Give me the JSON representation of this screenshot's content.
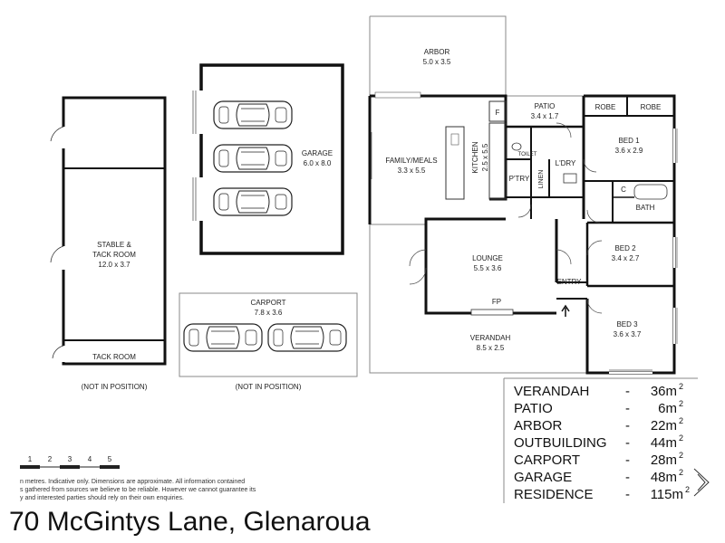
{
  "address": "70 McGintys Lane, Glenaroua",
  "rooms": {
    "arbor": {
      "name": "ARBOR",
      "dims": "5.0 x 3.5"
    },
    "patio": {
      "name": "PATIO",
      "dims": "3.4 x 1.7"
    },
    "robe1": {
      "name": "ROBE"
    },
    "robe2": {
      "name": "ROBE"
    },
    "bed1": {
      "name": "BED 1",
      "dims": "3.6 x 2.9"
    },
    "family": {
      "name": "FAMILY/MEALS",
      "dims": "3.3 x 5.5"
    },
    "kitchen": {
      "name": "KITCHEN",
      "dims": "2.5 x 5.5"
    },
    "toilet": {
      "name": "TOILET"
    },
    "pantry": {
      "name": "P'TRY"
    },
    "linen": {
      "name": "LINEN"
    },
    "laundry": {
      "name": "L'DRY"
    },
    "fridge": {
      "name": "F"
    },
    "cupboard": {
      "name": "C"
    },
    "bath": {
      "name": "BATH"
    },
    "bed2": {
      "name": "BED 2",
      "dims": "3.4 x 2.7"
    },
    "lounge": {
      "name": "LOUNGE",
      "dims": "5.5 x 3.6"
    },
    "fp": {
      "name": "FP"
    },
    "entry": {
      "name": "ENTRY"
    },
    "verandah": {
      "name": "VERANDAH",
      "dims": "8.5 x 2.5"
    },
    "bed3": {
      "name": "BED 3",
      "dims": "3.6 x 3.7"
    },
    "garage": {
      "name": "GARAGE",
      "dims": "6.0 x 8.0"
    },
    "stable": {
      "name1": "STABLE &",
      "name2": "TACK ROOM",
      "dims": "12.0 x 3.7"
    },
    "tack": {
      "name": "TACK ROOM"
    },
    "carport": {
      "name": "CARPORT",
      "dims": "7.8 x 3.6"
    }
  },
  "not_in_position": [
    "(NOT IN POSITION)",
    "(NOT IN POSITION)"
  ],
  "scale": {
    "ticks": [
      "1",
      "2",
      "3",
      "4",
      "5"
    ]
  },
  "disclaimer": [
    "n metres. Indicative only. Dimensions are approximate. All information contained",
    "s gathered from sources we believe to be reliable. However we cannot guarantee its",
    "y and interested parties should rely on their own enquiries."
  ],
  "areas": [
    {
      "label": "VERANDAH",
      "dash": "-",
      "value": "36m",
      "sup": "2"
    },
    {
      "label": "PATIO",
      "dash": "-",
      "value": "6m",
      "sup": "2"
    },
    {
      "label": "ARBOR",
      "dash": "-",
      "value": "22m",
      "sup": "2"
    },
    {
      "label": "OUTBUILDING",
      "dash": "-",
      "value": "44m",
      "sup": "2"
    },
    {
      "label": "CARPORT",
      "dash": "-",
      "value": "28m",
      "sup": "2"
    },
    {
      "label": "GARAGE",
      "dash": "-",
      "value": "48m",
      "sup": "2"
    },
    {
      "label": "RESIDENCE",
      "dash": "-",
      "value": "115m",
      "sup": "2"
    }
  ]
}
